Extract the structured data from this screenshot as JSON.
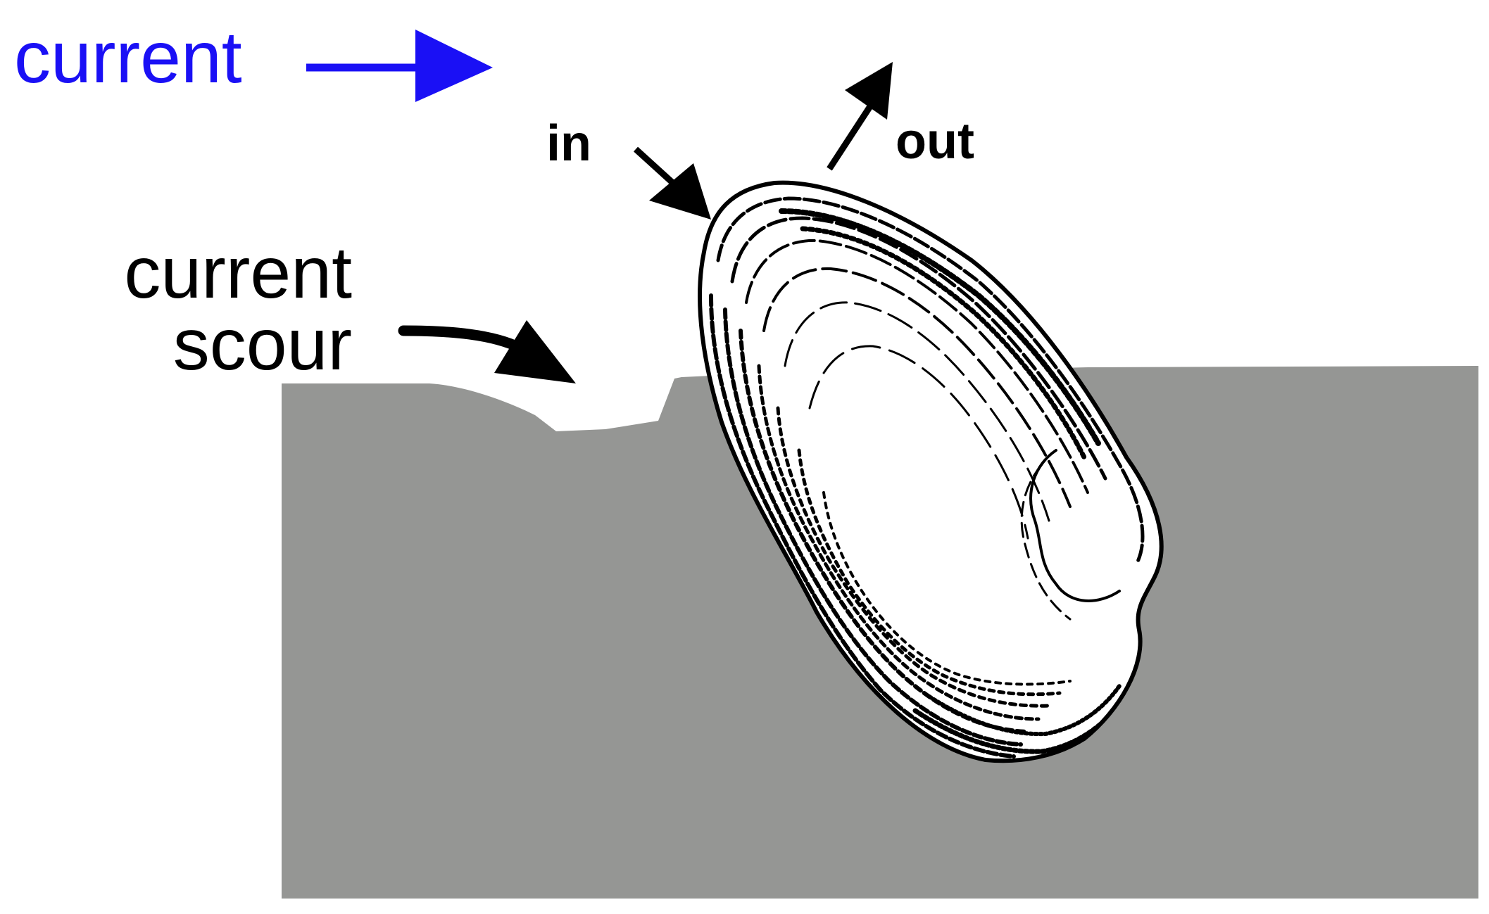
{
  "labels": {
    "current": "current",
    "in": "in",
    "out": "out",
    "scour_line1": "current",
    "scour_line2": "scour"
  },
  "colors": {
    "current": "#1a10f5",
    "sediment": "#959694",
    "shell_ink": "#000000",
    "shell_fill": "#ffffff"
  },
  "icons": {
    "current_arrow": "arrow-right-icon",
    "in_arrow": "arrow-down-right-icon",
    "out_arrow": "arrow-up-right-icon",
    "scour_arrow": "curved-arrow-icon"
  }
}
